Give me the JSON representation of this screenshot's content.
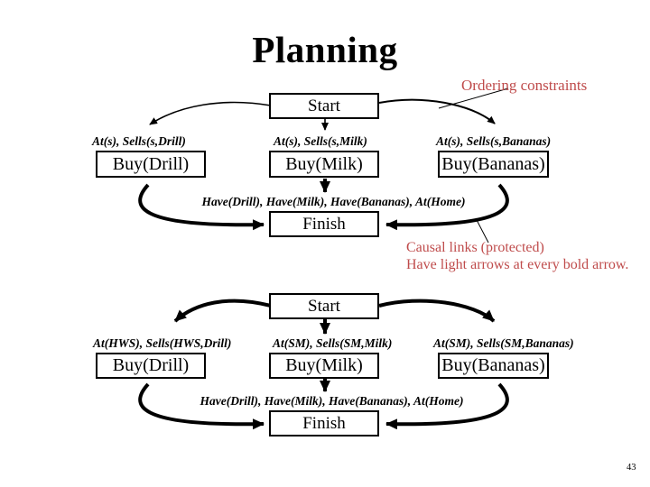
{
  "slide": {
    "title": "Planning",
    "page_number": "43",
    "accent_color": "#bf4b4b"
  },
  "callouts": {
    "ordering": "Ordering constraints",
    "causal_line1": "Causal links (protected)",
    "causal_line2": "Have light arrows at every bold arrow."
  },
  "diagram1": {
    "start": "Start",
    "finish": "Finish",
    "finish_preconditions": "Have(Drill), Have(Milk), Have(Bananas), At(Home)",
    "actions": [
      {
        "preconditions": "At(s), Sells(s,Drill)",
        "name": "Buy(Drill)"
      },
      {
        "preconditions": "At(s), Sells(s,Milk)",
        "name": "Buy(Milk)"
      },
      {
        "preconditions": "At(s), Sells(s,Bananas)",
        "name": "Buy(Bananas)"
      }
    ]
  },
  "diagram2": {
    "start": "Start",
    "finish": "Finish",
    "finish_preconditions": "Have(Drill), Have(Milk), Have(Bananas), At(Home)",
    "actions": [
      {
        "preconditions": "At(HWS), Sells(HWS,Drill)",
        "name": "Buy(Drill)"
      },
      {
        "preconditions": "At(SM), Sells(SM,Milk)",
        "name": "Buy(Milk)"
      },
      {
        "preconditions": "At(SM), Sells(SM,Bananas)",
        "name": "Buy(Bananas)"
      }
    ]
  }
}
